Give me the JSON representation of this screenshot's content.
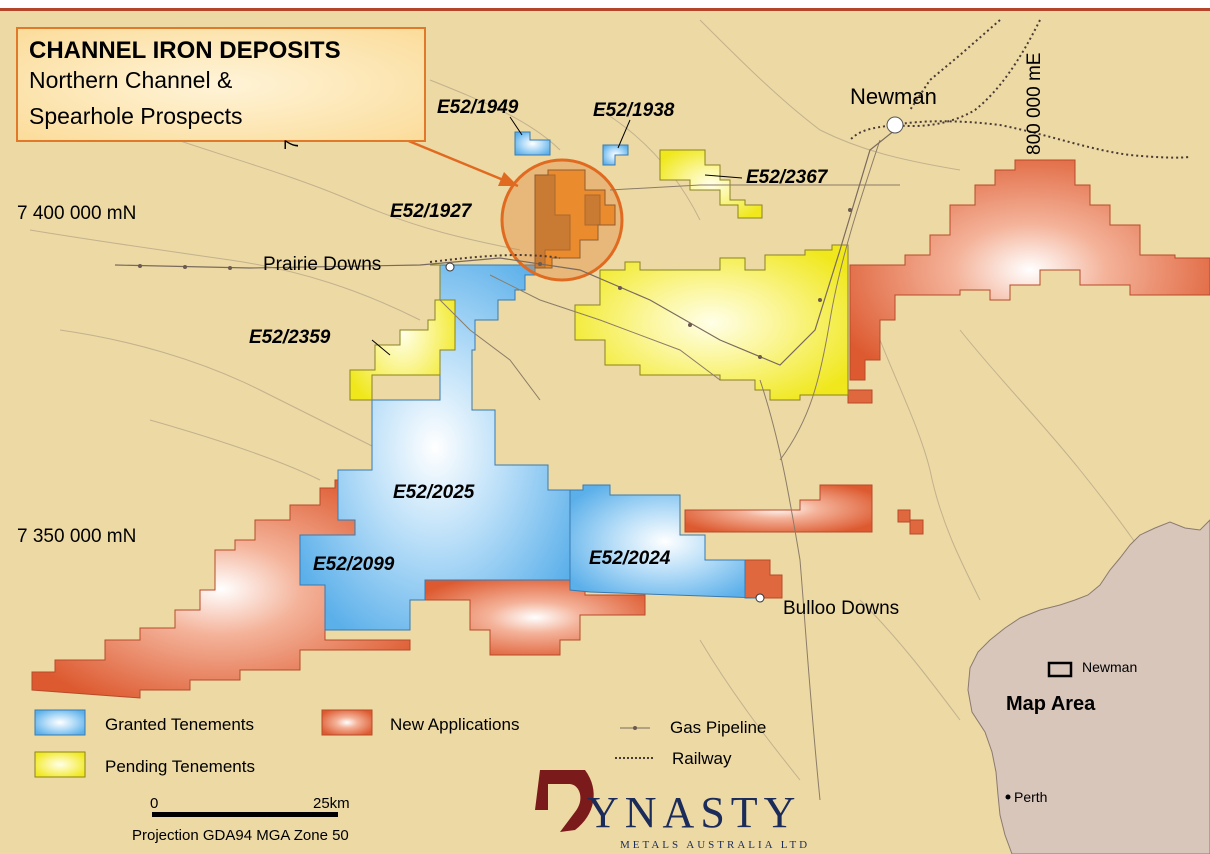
{
  "title": {
    "heading": "CHANNEL IRON DEPOSITS",
    "line2": "Northern Channel &",
    "line3": "Spearhole Prospects"
  },
  "grid_labels": {
    "northing_top": "7 400 000 mN",
    "northing_bottom": "7 350 000 mN",
    "easting": "800 000 mE",
    "easting_partial": "7"
  },
  "places": {
    "newman": "Newman",
    "prairie_downs": "Prairie Downs",
    "bulloo_downs": "Bulloo Downs"
  },
  "tenements": {
    "e52_1949": "E52/1949",
    "e52_1938": "E52/1938",
    "e52_2367": "E52/2367",
    "e52_1927": "E52/1927",
    "e52_2359": "E52/2359",
    "e52_2025": "E52/2025",
    "e52_2099": "E52/2099",
    "e52_2024": "E52/2024"
  },
  "legend": {
    "granted": "Granted Tenements",
    "pending": "Pending Tenements",
    "new_applications": "New Applications",
    "gas_pipeline": "Gas Pipeline",
    "railway": "Railway"
  },
  "scale_bar": {
    "start": "0",
    "end": "25km",
    "projection": "Projection GDA94 MGA Zone 50"
  },
  "inset": {
    "newman": "Newman",
    "map_area": "Map Area",
    "perth": "Perth"
  },
  "logo": {
    "name": "YNASTY",
    "sub": "METALS AUSTRALIA LTD"
  },
  "colors": {
    "background": "#ecd9a4",
    "granted": "#8fc8f0",
    "pending": "#f4ef3c",
    "new_applications": "#e46a42",
    "highlight": "#e07a2a",
    "inset_land": "#d8c6bb"
  }
}
